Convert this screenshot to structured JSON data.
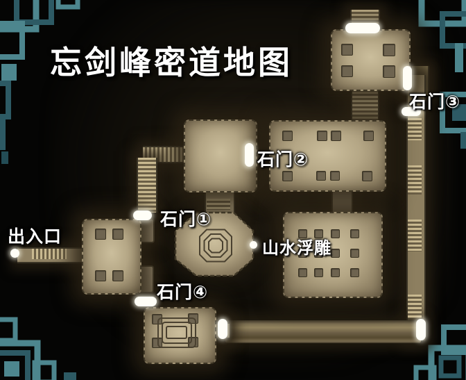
{
  "title": "忘剑峰密道地图",
  "labels": {
    "entrance": "出入口",
    "door1": "石门①",
    "door2": "石门②",
    "door3": "石门③",
    "door4": "石门④",
    "relief": "山水浮雕"
  },
  "markers": {
    "door_pill_markers": [
      "top-room-entry-pill",
      "door3-vertical-pill",
      "door3-lower-pill",
      "door2-vertical-pill",
      "door1-pill",
      "door4-pill",
      "bottom-room-east-pill",
      "southeast-corner-pill"
    ],
    "poi_dot_markers": [
      "entrance-dot",
      "relief-dot"
    ]
  },
  "colors": {
    "background": "#050504",
    "room_fill": "#b4a685",
    "room_border": "#3f3726",
    "corridor_fill": "#8f8163",
    "marker_white": "#fffef7",
    "ornament_teal": "#4d868e",
    "label_text": "#ffffff"
  }
}
